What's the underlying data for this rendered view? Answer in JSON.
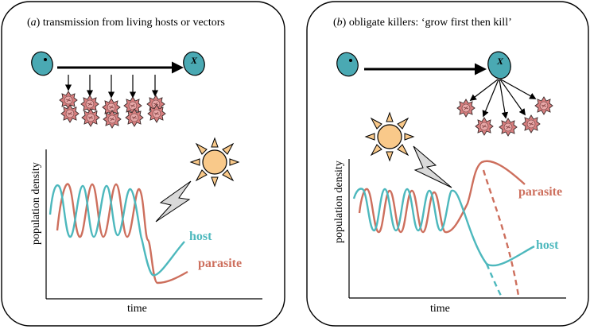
{
  "panels": [
    {
      "label_letter": "a",
      "title": "transmission from living hosts or vectors",
      "host_cell_mark": "X",
      "ylabel": "population density",
      "xlabel": "time",
      "host_label": "host",
      "parasite_label": "parasite"
    },
    {
      "label_letter": "b",
      "title": "obligate killers: ‘grow first then kill’",
      "host_cell_mark": "X",
      "ylabel": "population density",
      "xlabel": "time",
      "host_label": "host",
      "parasite_label": "parasite"
    }
  ],
  "colors": {
    "host": "#4db8bd",
    "parasite": "#cd6f5d",
    "cell_fill": "#4aa9b3",
    "sun_fill": "#f9c98a",
    "spore_fill": "#d87f7f"
  },
  "icons": [
    "host-cell-icon",
    "infected-cell-icon",
    "spore-icon",
    "sun-icon",
    "lightning-icon"
  ]
}
